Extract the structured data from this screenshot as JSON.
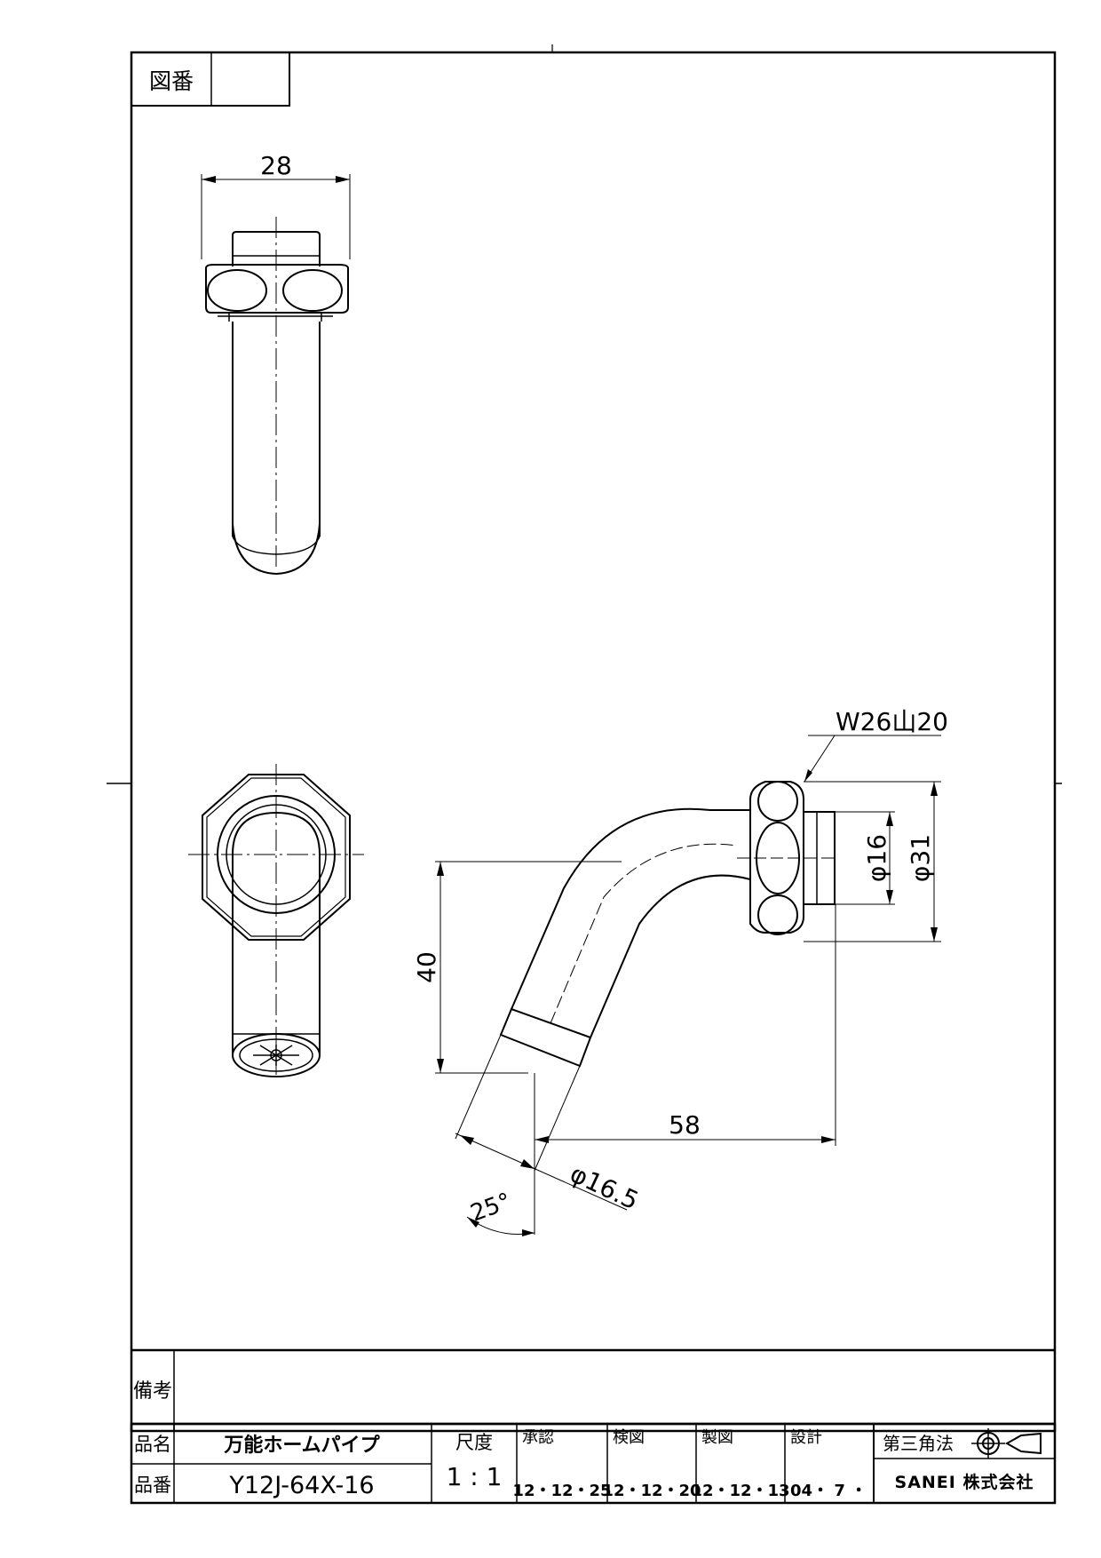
{
  "title_block": {
    "drawing_no_label": "図番",
    "drawing_no_value": "",
    "remarks_label": "備考",
    "remarks_value": "",
    "product_name_label": "品名",
    "product_name": "万能ホームパイプ",
    "product_no_label": "品番",
    "product_no": "Y12J-64X-16",
    "scale_label": "尺度",
    "scale_value": "1 : 1",
    "approved_label": "承認",
    "approved_date": "12・12・25",
    "checked_label": "検図",
    "checked_date": "12・12・20",
    "drafted_label": "製図",
    "drafted_date": "12・12・13",
    "designed_label": "設計",
    "designed_date": "04・ 7 ・",
    "projection_label": "第三角法",
    "projection_icon": "third-angle-projection-icon",
    "company": "SANEI 株式会社"
  },
  "dimensions": {
    "top_width": "28",
    "thread_spec": "W26山20",
    "inner_dia": "φ16",
    "outer_dia": "φ31",
    "height": "40",
    "length": "58",
    "tip_dia": "φ16.5",
    "angle": "25°"
  }
}
